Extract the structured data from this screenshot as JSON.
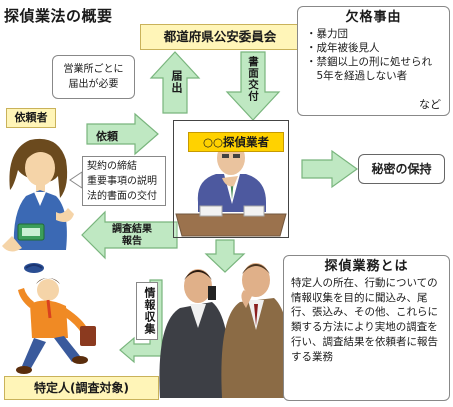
{
  "title": "探偵業法の概要",
  "commission": "都道府県公安委員会",
  "notes": {
    "branch": "営業所ごとに\n届出が必要",
    "contract": [
      "契約の締結",
      "重要事項の説明",
      "法的書面の交付"
    ]
  },
  "arrows": {
    "notify": "届出",
    "document_delivery": "書面交付",
    "request": "依頼",
    "survey_report": "調査結果\n報告",
    "info_collect": "情報収集"
  },
  "disqualification": {
    "title": "欠格事由",
    "items": [
      "・暴力団",
      "・成年被後見人",
      "・禁錮以上の刑に処せられ",
      "　5年を経過しない者"
    ],
    "etc": "など"
  },
  "client_label": "依頼者",
  "agency_label": "○○探偵業者",
  "secret": "秘密の保持",
  "target_label": "特定人(調査対象)",
  "work": {
    "title": "探偵業務とは",
    "body": "特定人の所在、行動についての情報収集を目的に聞込み、尾行、張込み、その他、これらに類する方法により実地の調査を行い、調査結果を依頼者に報告する業務"
  },
  "colors": {
    "arrow_fill": "#bfe8c2",
    "arrow_stroke": "#79b57d",
    "note_fill": "#fff5b8",
    "agency_label_fill": "#ffd200"
  }
}
